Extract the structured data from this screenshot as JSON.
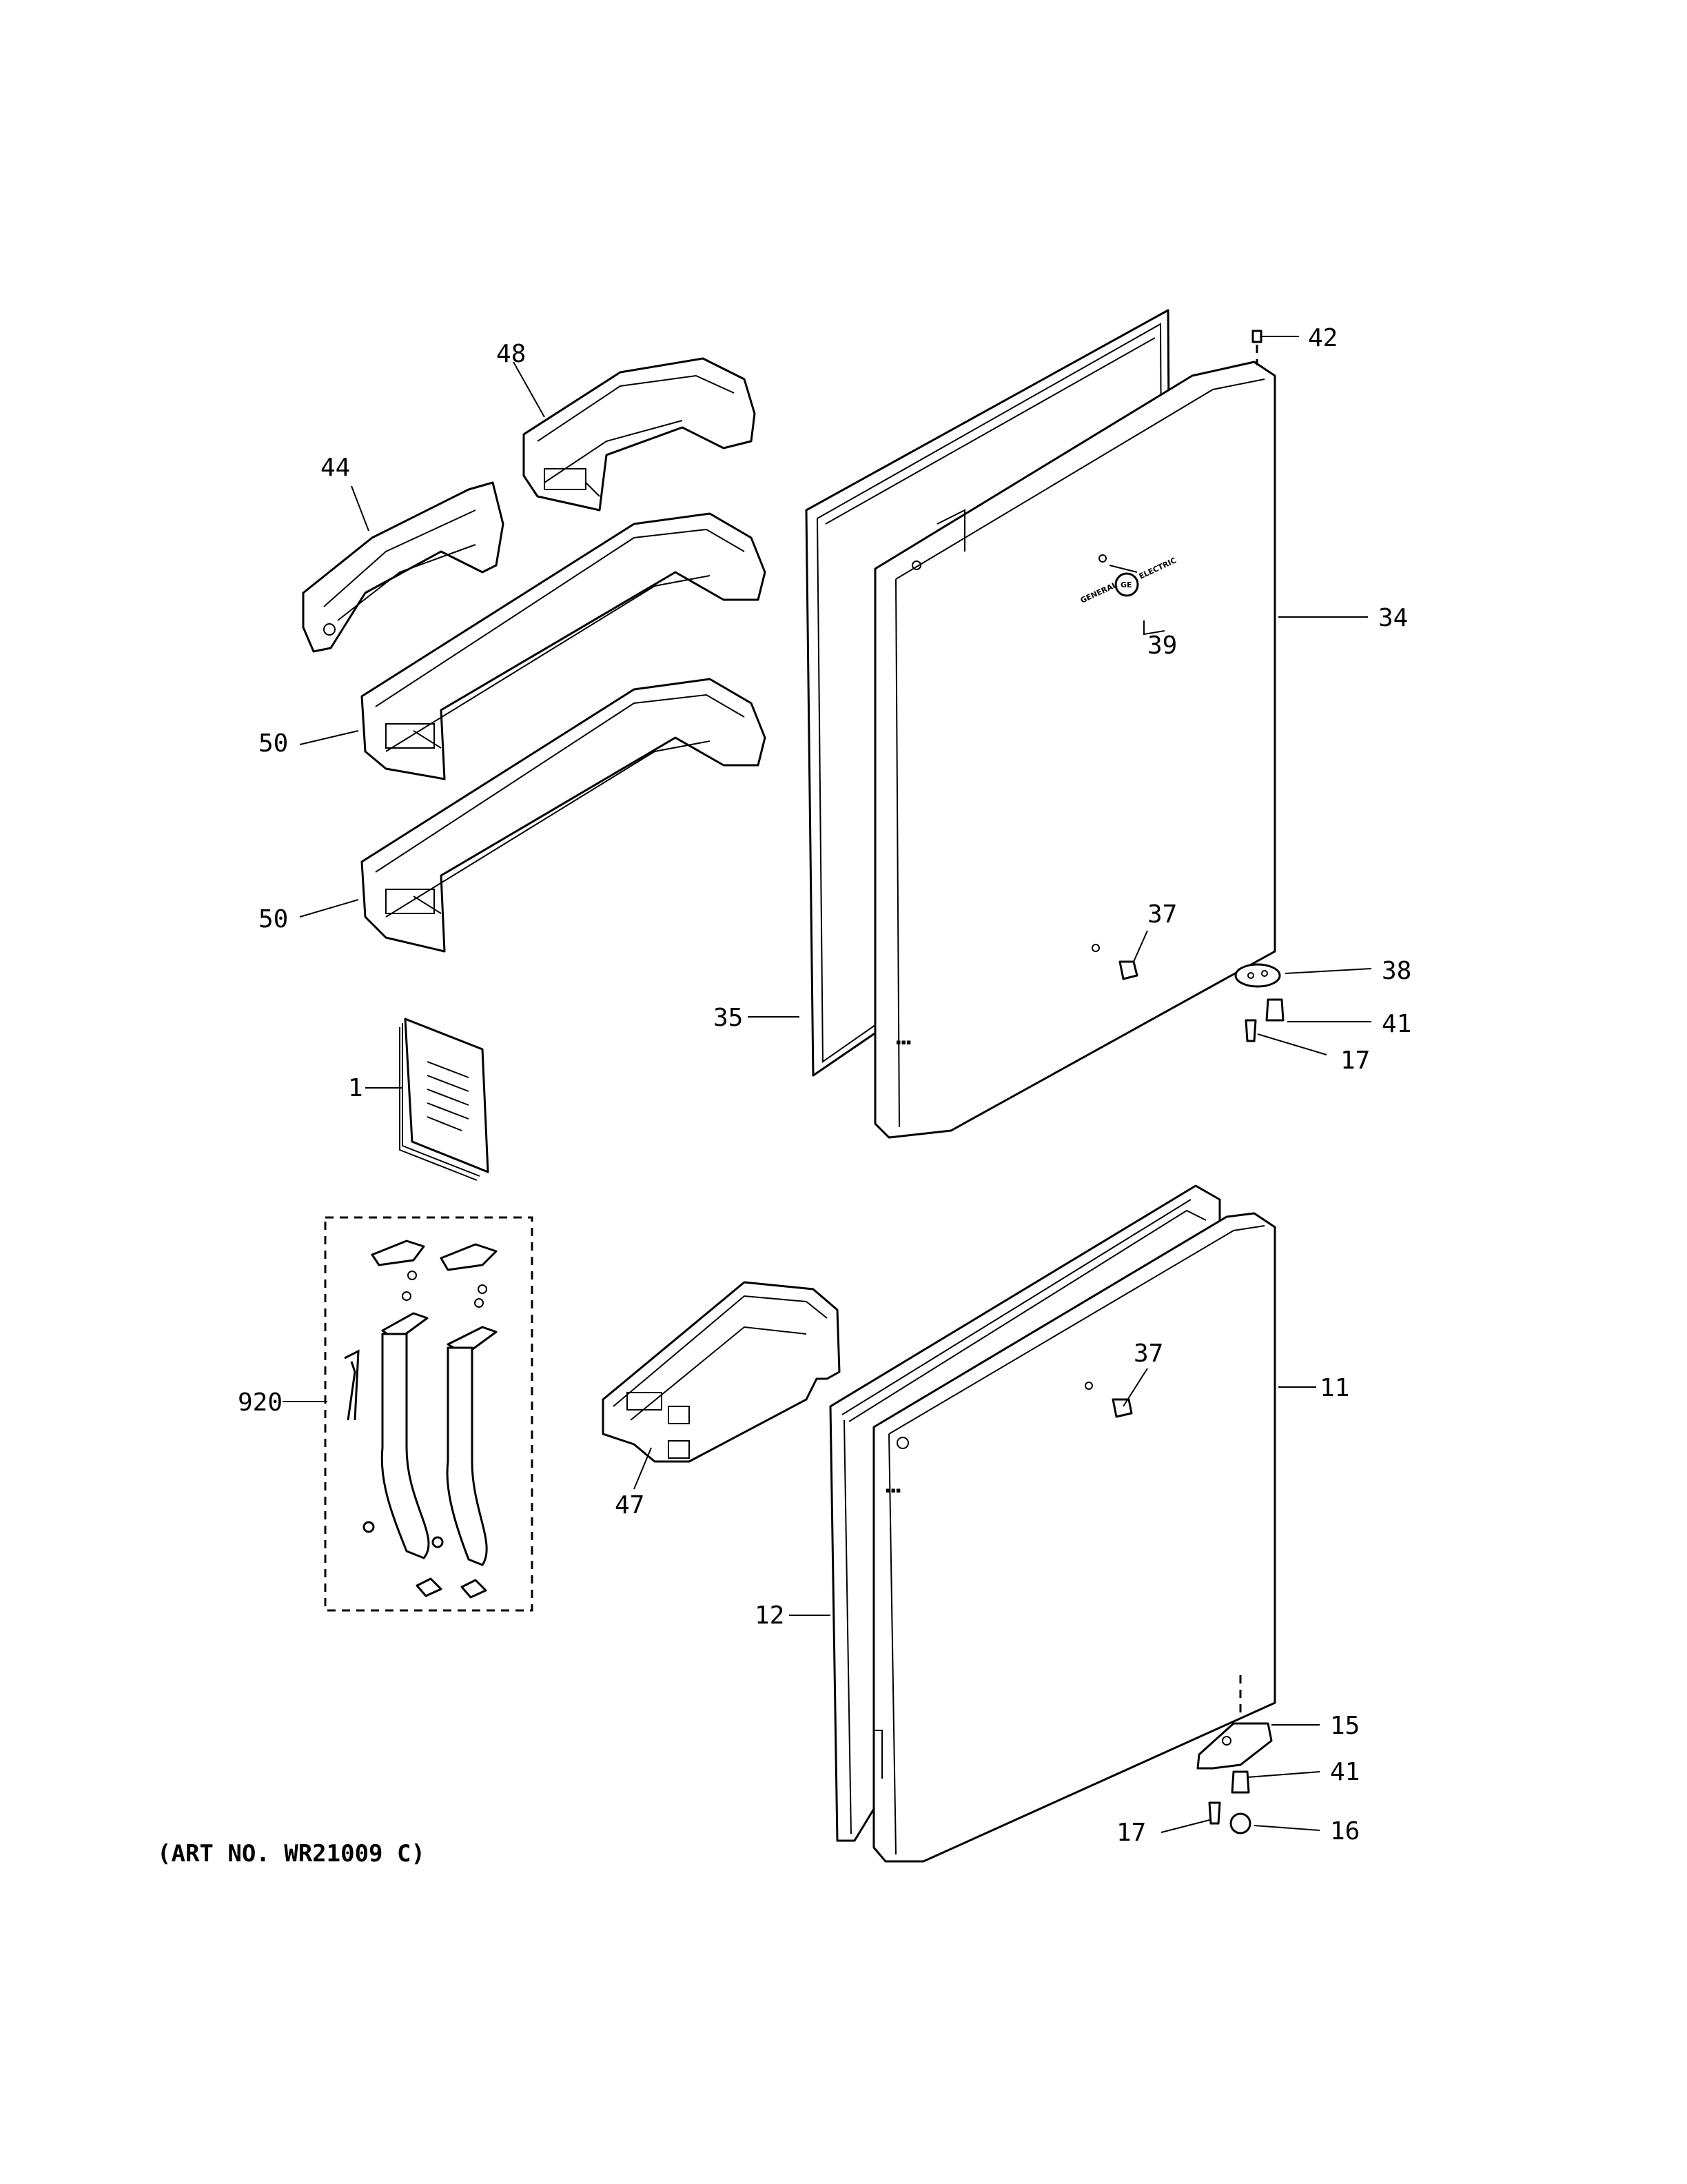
{
  "diagram": {
    "callouts": {
      "c42": "42",
      "c48": "48",
      "c44": "44",
      "c34": "34",
      "c39": "39",
      "c50a": "50",
      "c50b": "50",
      "c37a": "37",
      "c35": "35",
      "c38": "38",
      "c41a": "41",
      "c17a": "17",
      "c1": "1",
      "c920": "920",
      "c37b": "37",
      "c11": "11",
      "c47": "47",
      "c12": "12",
      "c15": "15",
      "c41b": "41",
      "c17b": "17",
      "c16": "16"
    },
    "caption": "(ART NO. WR21009 C)",
    "logo": {
      "text_left": "GENERAL",
      "text_right": "ELECTRIC",
      "monogram": "GE"
    }
  }
}
